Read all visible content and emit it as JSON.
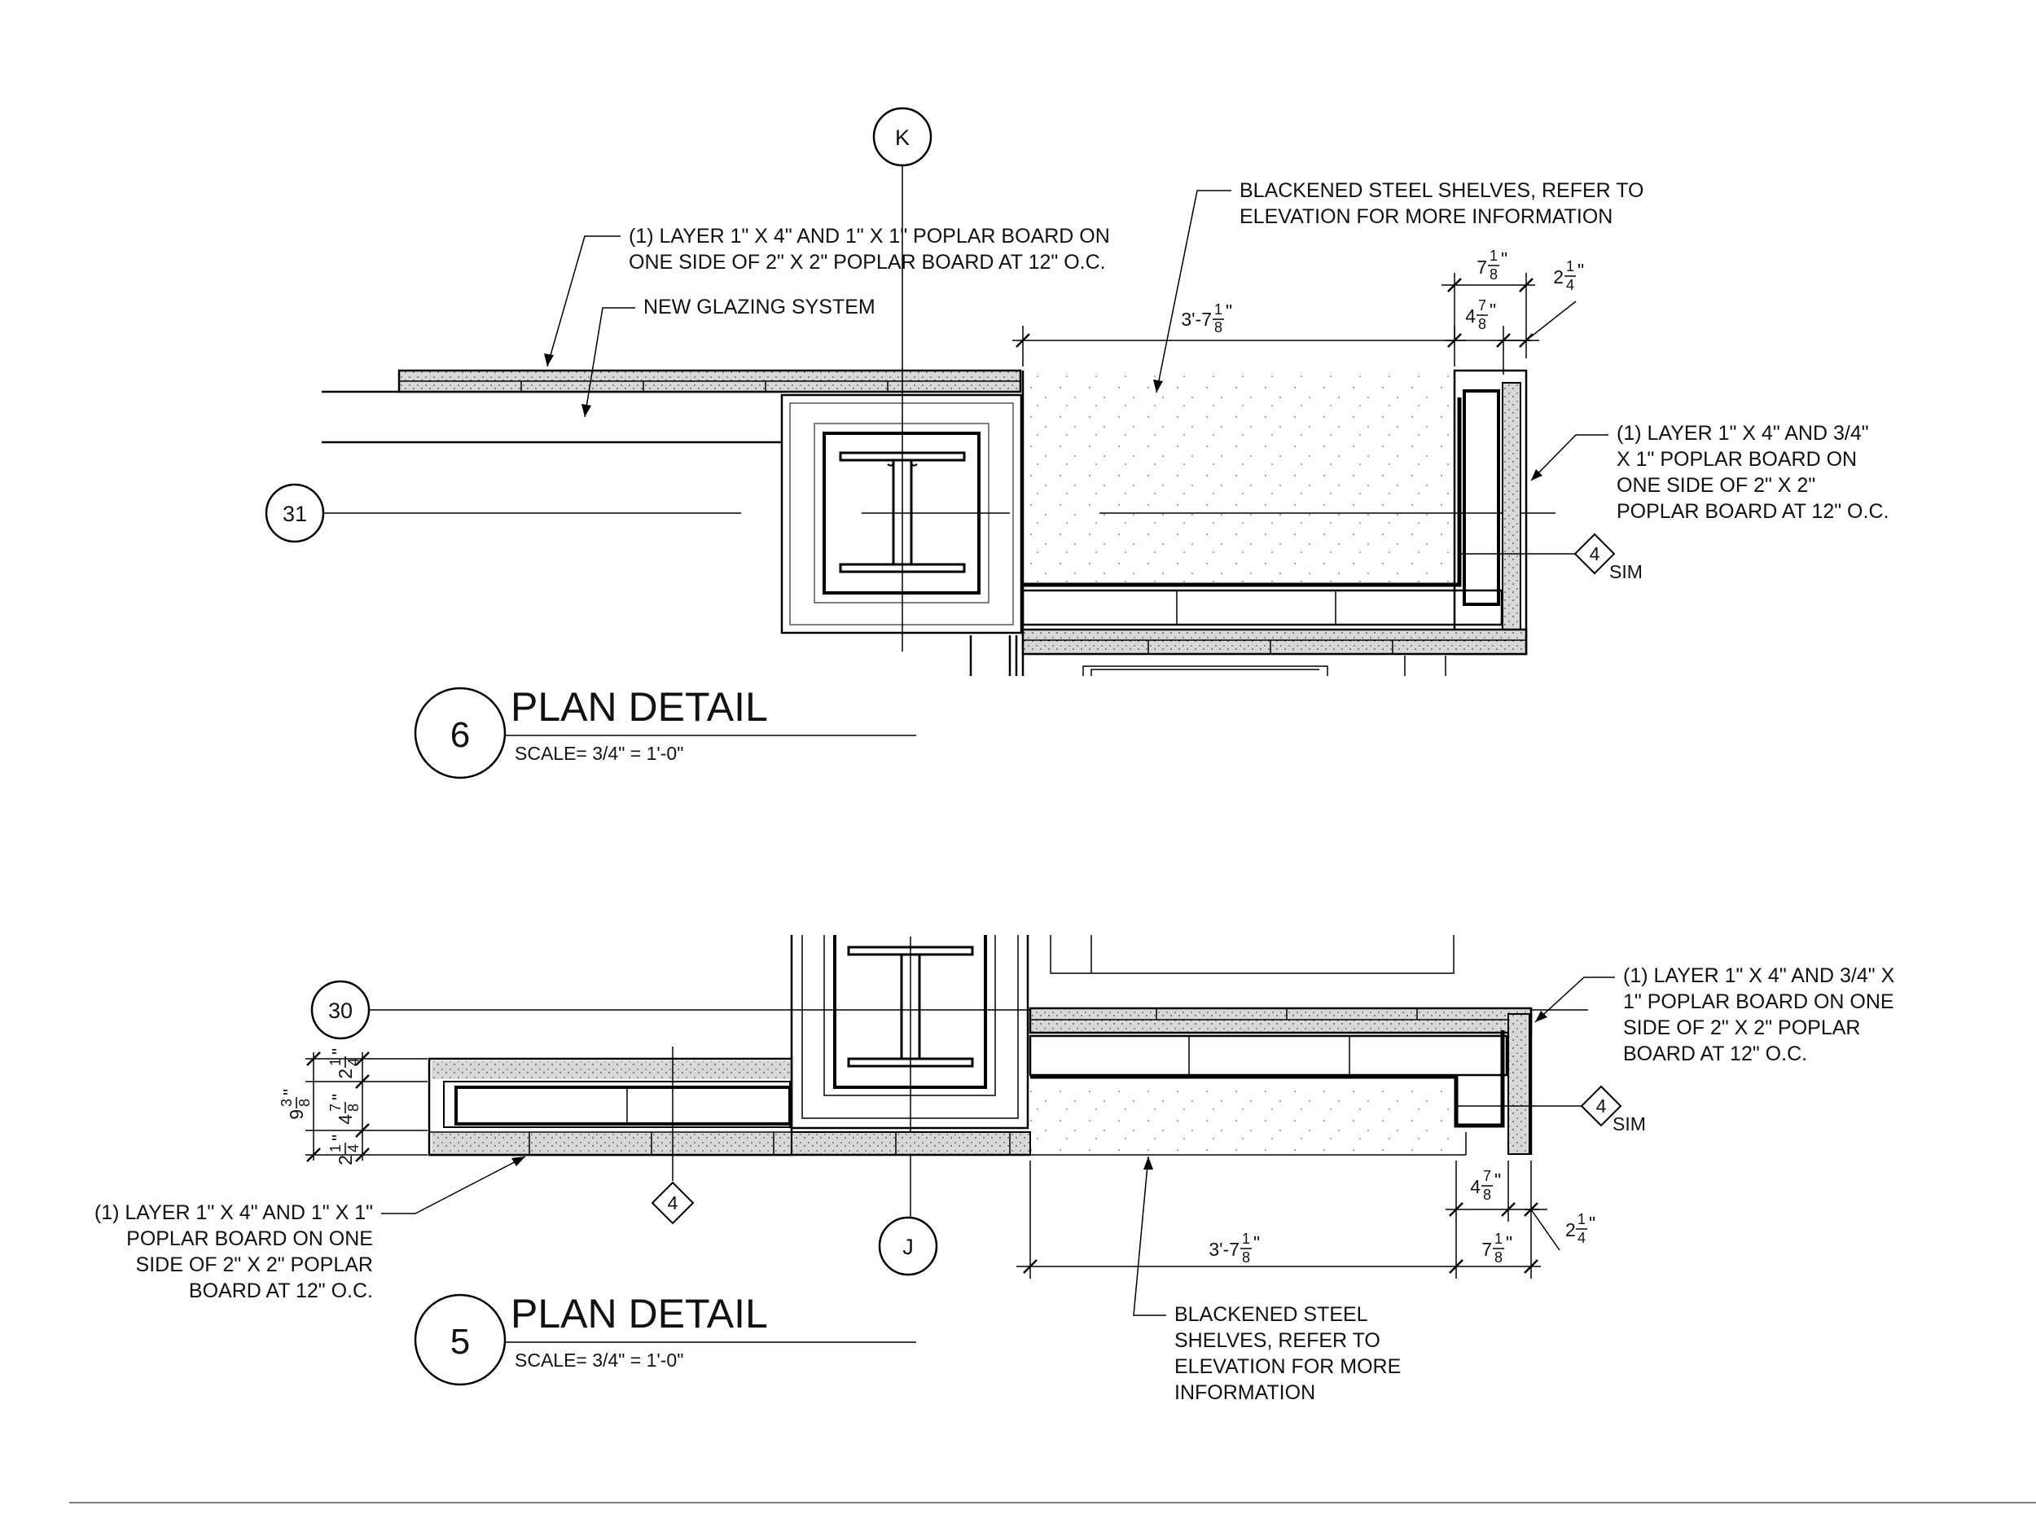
{
  "detail_top": {
    "number": "6",
    "title": "PLAN DETAIL",
    "scale": "SCALE= 3/4\" = 1'-0\"",
    "grid_bubble_row": "31",
    "grid_bubble_column": "K",
    "note_poplar_top": [
      "(1) LAYER 1\" X 4\" AND 1\" X 1\" POPLAR BOARD ON",
      "ONE SIDE OF 2\" X 2\" POPLAR BOARD AT 12\" O.C."
    ],
    "note_glazing": "NEW GLAZING SYSTEM",
    "note_shelves": [
      "BLACKENED STEEL SHELVES, REFER TO",
      "ELEVATION FOR MORE INFORMATION"
    ],
    "note_poplar_right": [
      "(1) LAYER 1\" X 4\" AND 3/4\"",
      "X 1\" POPLAR BOARD ON",
      "ONE SIDE OF 2\" X 2\"",
      "POPLAR BOARD AT 12\" O.C."
    ],
    "section_tag": "4",
    "section_tag_suffix": "SIM",
    "dim_overall": {
      "whole": "3'-7",
      "num": "1",
      "den": "8",
      "unit": "\""
    },
    "dim_a": {
      "whole": "7",
      "num": "1",
      "den": "8",
      "unit": "\""
    },
    "dim_b": {
      "whole": "4",
      "num": "7",
      "den": "8",
      "unit": "\""
    },
    "dim_c": {
      "whole": "2",
      "num": "1",
      "den": "4",
      "unit": "\""
    }
  },
  "detail_bottom": {
    "number": "5",
    "title": "PLAN DETAIL",
    "scale": "SCALE= 3/4\" = 1'-0\"",
    "grid_bubble_row": "30",
    "grid_bubble_column": "J",
    "note_poplar_left": [
      "(1) LAYER 1\" X 4\" AND 1\" X 1\"",
      "POPLAR BOARD ON ONE",
      "SIDE OF 2\" X 2\" POPLAR",
      "BOARD AT 12\" O.C."
    ],
    "note_poplar_right": [
      "(1) LAYER 1\" X 4\" AND 3/4\" X",
      "1\" POPLAR BOARD ON ONE",
      "SIDE OF 2\" X 2\" POPLAR",
      "BOARD AT 12\" O.C."
    ],
    "note_shelves": [
      "BLACKENED STEEL",
      "SHELVES, REFER TO",
      "ELEVATION FOR MORE",
      "INFORMATION"
    ],
    "section_tag_right": "4",
    "section_tag_right_suffix": "SIM",
    "section_tag_left": "4",
    "dim_overall": {
      "whole": "3'-7",
      "num": "1",
      "den": "8",
      "unit": "\""
    },
    "dim_a": {
      "whole": "7",
      "num": "1",
      "den": "8",
      "unit": "\""
    },
    "dim_b": {
      "whole": "4",
      "num": "7",
      "den": "8",
      "unit": "\""
    },
    "dim_c": {
      "whole": "2",
      "num": "1",
      "den": "4",
      "unit": "\""
    },
    "dim_height_total": {
      "whole": "9",
      "num": "3",
      "den": "8",
      "unit": "\""
    },
    "dim_height_top": {
      "whole": "2",
      "num": "1",
      "den": "4",
      "unit": "\""
    },
    "dim_height_mid": {
      "whole": "4",
      "num": "7",
      "den": "8",
      "unit": "\""
    },
    "dim_height_bot": {
      "whole": "2",
      "num": "1",
      "den": "4",
      "unit": "\""
    }
  }
}
